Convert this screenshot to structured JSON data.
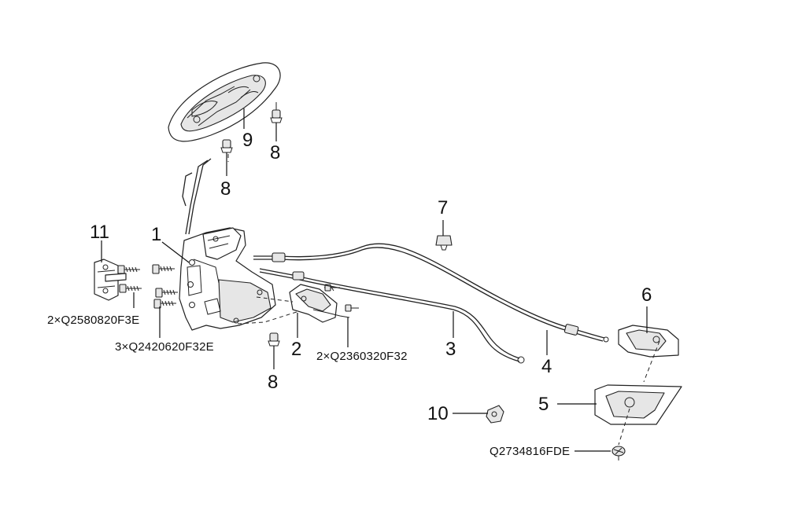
{
  "callouts": {
    "c1": "1",
    "c2": "2",
    "c3": "3",
    "c4": "4",
    "c5": "5",
    "c6": "6",
    "c7": "7",
    "c8_upper": "8",
    "c8_middle": "8",
    "c8_lower": "8",
    "c9": "9",
    "c10": "10",
    "c11": "11"
  },
  "part_numbers": {
    "striker_bolts": "2×Q2580820F3E",
    "lock_bolts": "3×Q2420620F32E",
    "actuator_bolts": "2×Q2360320F32",
    "handle_screw": "Q2734816FDE"
  }
}
